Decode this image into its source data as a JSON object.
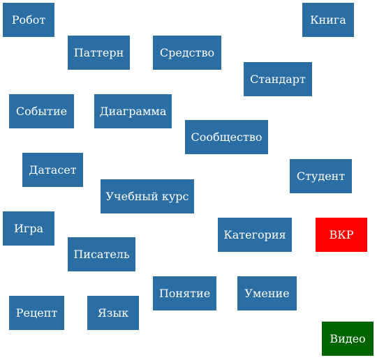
{
  "colors": {
    "default": "#2a6ea4",
    "highlight": "#ff0000",
    "video": "#006400"
  },
  "nodes": [
    {
      "id": "robot",
      "label": "Робот",
      "style": "default"
    },
    {
      "id": "book",
      "label": "Книга",
      "style": "default"
    },
    {
      "id": "pattern",
      "label": "Паттерн",
      "style": "default"
    },
    {
      "id": "tool",
      "label": "Средство",
      "style": "default"
    },
    {
      "id": "standard",
      "label": "Стандарт",
      "style": "default"
    },
    {
      "id": "event",
      "label": "Событие",
      "style": "default"
    },
    {
      "id": "diagram",
      "label": "Диаграмма",
      "style": "default"
    },
    {
      "id": "community",
      "label": "Сообщество",
      "style": "default"
    },
    {
      "id": "dataset",
      "label": "Датасет",
      "style": "default"
    },
    {
      "id": "student",
      "label": "Студент",
      "style": "default"
    },
    {
      "id": "course",
      "label": "Учебный курс",
      "style": "default"
    },
    {
      "id": "game",
      "label": "Игра",
      "style": "default"
    },
    {
      "id": "category",
      "label": "Категория",
      "style": "default"
    },
    {
      "id": "vkr",
      "label": "ВКР",
      "style": "highlight"
    },
    {
      "id": "writer",
      "label": "Писатель",
      "style": "default"
    },
    {
      "id": "concept",
      "label": "Понятие",
      "style": "default"
    },
    {
      "id": "skill",
      "label": "Умение",
      "style": "default"
    },
    {
      "id": "recipe",
      "label": "Рецепт",
      "style": "default"
    },
    {
      "id": "language",
      "label": "Язык",
      "style": "default"
    },
    {
      "id": "video",
      "label": "Видео",
      "style": "video"
    }
  ]
}
